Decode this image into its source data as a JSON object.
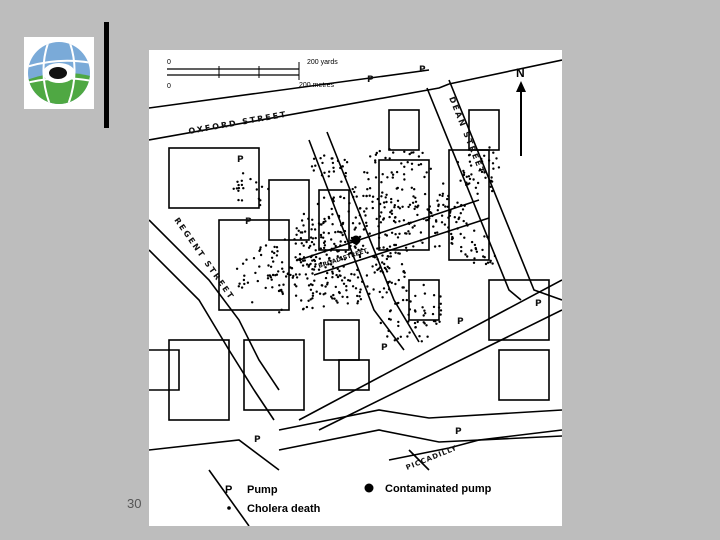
{
  "slide": {
    "number": "30"
  },
  "map": {
    "scale": {
      "zero_top": "0",
      "zero_bottom": "0",
      "yards": "200 yards",
      "metres": "200 metres"
    },
    "north": "N",
    "pump_symbol": "P",
    "streets": {
      "oxford": "OXFORD STREET",
      "dean": "DEAN STREET",
      "regent": "REGENT STREET",
      "broad": "BROAD STREET",
      "piccadilly": "PICCADILLY"
    },
    "legend": {
      "pump_symbol": "P",
      "pump_label": "Pump",
      "contaminated_label": "Contaminated pump",
      "death_label": "Cholera death"
    }
  }
}
